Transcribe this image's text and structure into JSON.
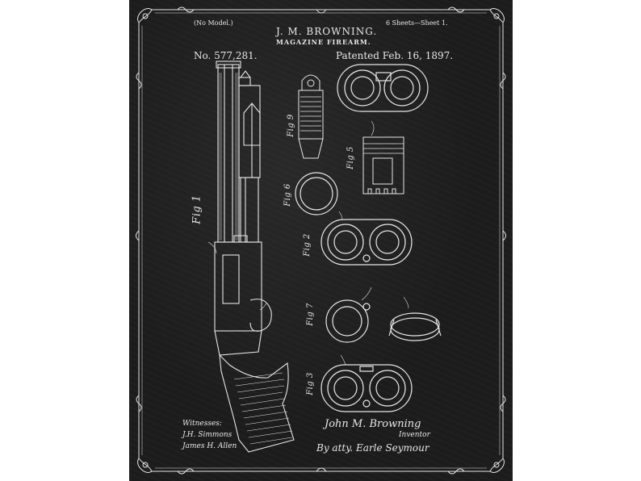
{
  "header": {
    "no_model": "(No Model.)",
    "sheets": "6 Sheets—Sheet 1.",
    "inventor_name": "J. M. BROWNING.",
    "invention": "MAGAZINE FIREARM.",
    "patent_number": "No. 577,281.",
    "patent_date": "Patented Feb. 16, 1897."
  },
  "figures": {
    "fig1": "Fig 1",
    "fig2": "Fig 2",
    "fig3": "Fig 3",
    "fig5": "Fig 5",
    "fig6": "Fig 6",
    "fig7": "Fig 7",
    "fig9": "Fig 9"
  },
  "signatures": {
    "witnesses_label": "Witnesses:",
    "witness_1": "J.H. Simmons",
    "witness_2": "James H. Allen",
    "inventor_signature": "John M. Browning",
    "inventor_label": "Inventor",
    "attorney": "By atty. Earle Seymour"
  },
  "colors": {
    "background": "#1c1c1c",
    "ink": "#e8e8e8",
    "page": "#ffffff"
  }
}
